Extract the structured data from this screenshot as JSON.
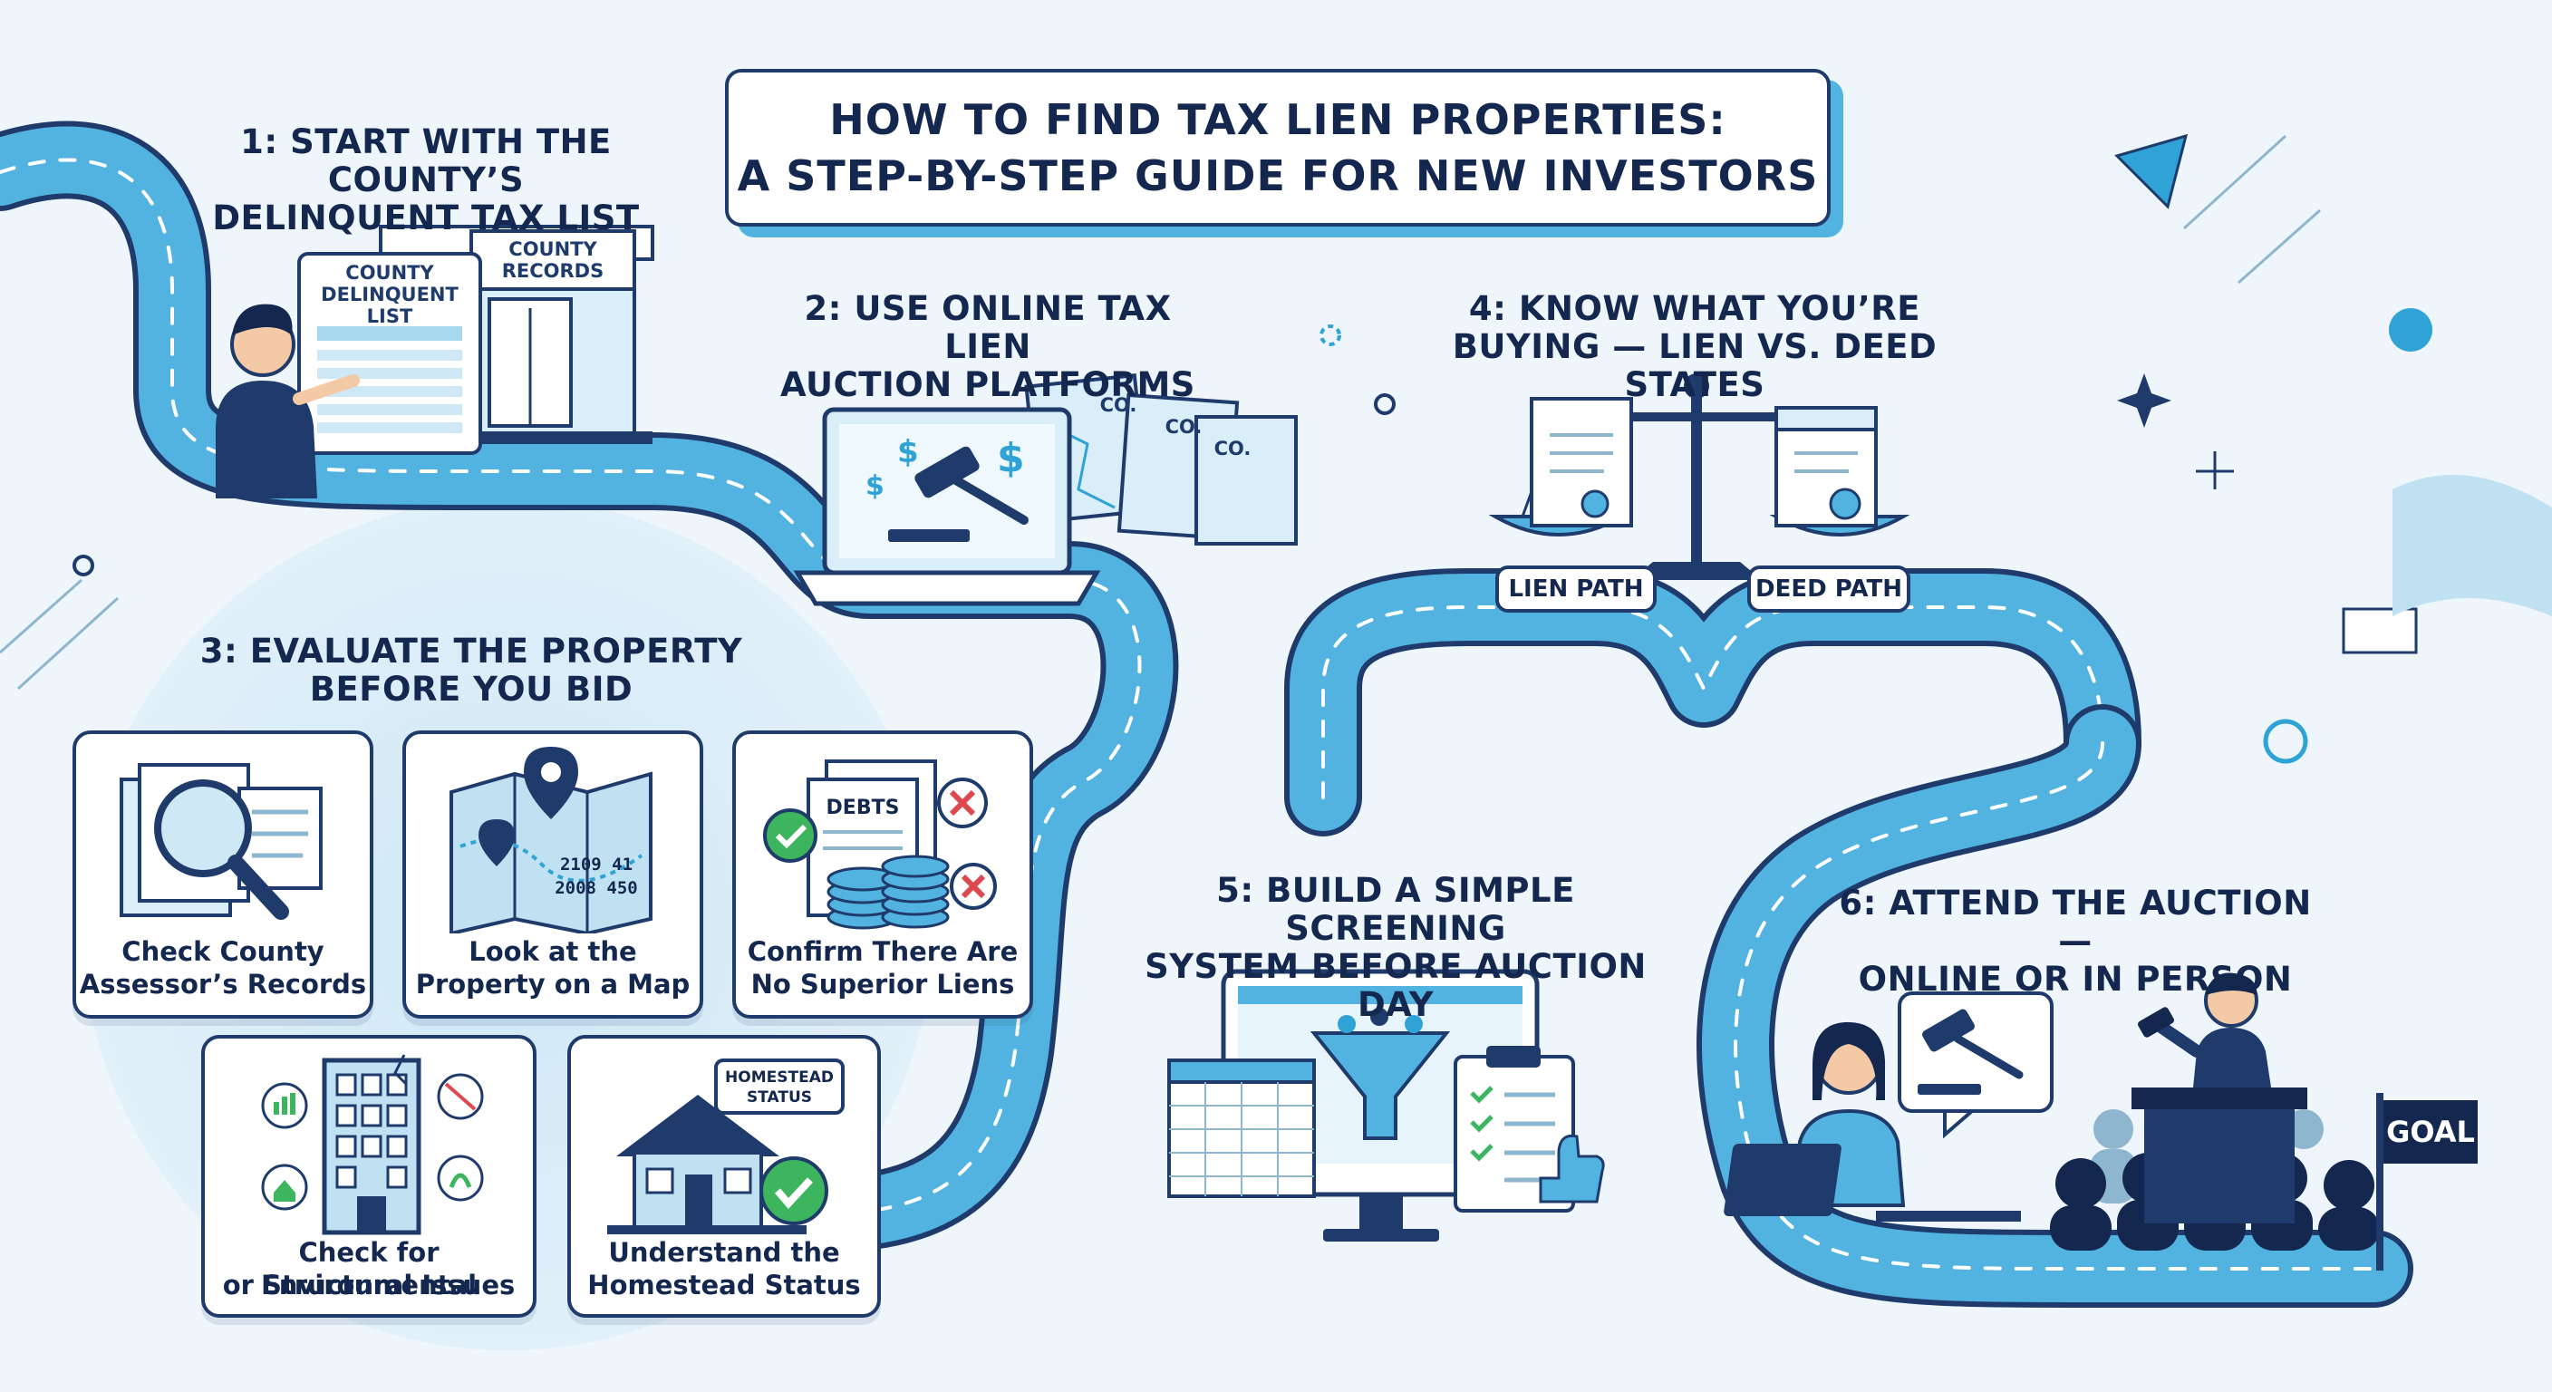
{
  "title": {
    "line1": "HOW TO FIND TAX LIEN PROPERTIES:",
    "line2": "A STEP-BY-STEP GUIDE FOR NEW INVESTORS"
  },
  "steps": [
    {
      "line1": "1: START WITH THE COUNTY’S",
      "line2": "DELINQUENT TAX LIST"
    },
    {
      "line1": "2: USE ONLINE TAX LIEN",
      "line2": "AUCTION PLATFORMS"
    },
    {
      "line1": "3: EVALUATE THE PROPERTY",
      "line2": "BEFORE YOU BID"
    },
    {
      "line1": "4: KNOW WHAT YOU’RE",
      "line2": "BUYING — LIEN VS. DEED STATES"
    },
    {
      "line1": "5: BUILD A SIMPLE SCREENING",
      "line2": "SYSTEM BEFORE AUCTION DAY"
    },
    {
      "line1": "6: ATTEND THE AUCTION —",
      "line2": "ONLINE OR IN PERSON"
    }
  ],
  "step1": {
    "list_sign": [
      "COUNTY",
      "DELINQUENT",
      "LIST"
    ],
    "building_sign": [
      "COUNTY",
      "RECORDS"
    ]
  },
  "step2": {
    "map_labels": [
      "CO.",
      "CO.",
      "CO."
    ],
    "dollar": "$"
  },
  "step3_cards": [
    {
      "line1": "Check County",
      "line2": "Assessor’s Records"
    },
    {
      "line1": "Look at the",
      "line2": "Property on a Map"
    },
    {
      "line1": "Confirm There Are",
      "line2": "No Superior Liens"
    },
    {
      "line1": "Check for Environmental",
      "line2": "or Structural Issues"
    },
    {
      "line1": "Understand the",
      "line2": "Homestead Status"
    }
  ],
  "step3_extras": {
    "debts_label": "DEBTS",
    "map_numbers": [
      "2109 41",
      "2008 450"
    ],
    "homestead_sign": [
      "HOMESTEAD",
      "STATUS"
    ]
  },
  "step4": {
    "lien_path": "LIEN PATH",
    "deed_path": "DEED PATH"
  },
  "goal": "GOAL",
  "colors": {
    "road": "#53b3e0",
    "road_edge": "#1f3b6b",
    "navy": "#14284f",
    "accent": "#2fa3d6",
    "background": "#eef6fb",
    "check_green": "#3cb55e",
    "cross_red": "#e0484f"
  },
  "icons": [
    "magnifier-icon",
    "map-pin-icon",
    "gavel-icon",
    "dollar-icon",
    "check-icon",
    "cross-icon",
    "funnel-icon",
    "clipboard-icon",
    "thumbs-up-icon",
    "scales-icon",
    "certificate-icon",
    "house-icon",
    "building-icon",
    "laptop-icon",
    "monitor-icon",
    "flag-icon",
    "podium-icon"
  ]
}
